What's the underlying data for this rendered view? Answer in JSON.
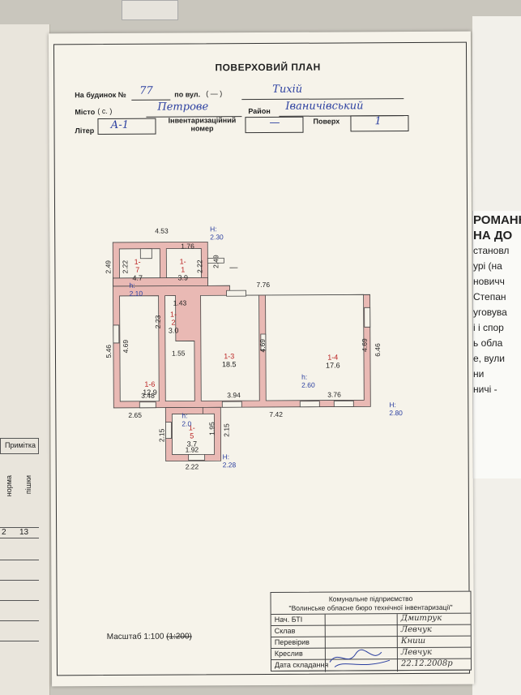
{
  "form": {
    "title": "ПОВЕРХОВИЙ ПЛАН",
    "house_label": "На будинок №",
    "house_value": "77",
    "street_prefix": "по вул.",
    "street_paren": "( — )",
    "street_value": "Тихій",
    "city_label": "Місто",
    "city_paren": "( с. )",
    "city_value": "Петрове",
    "district_label": "Район",
    "district_value": "Іваничівський",
    "litera_label": "Літер",
    "litera_value": "А-1",
    "inventory_label_1": "Інвентаризаційний",
    "inventory_label_2": "номер",
    "inventory_value": "—",
    "floor_label": "Поверх",
    "floor_value": "1"
  },
  "plan": {
    "rooms": [
      {
        "id": "1-7",
        "area": "4.7"
      },
      {
        "id": "1-1",
        "area": "3.9"
      },
      {
        "id": "1-2",
        "area": "3.0"
      },
      {
        "id": "1-3",
        "area": "18.5"
      },
      {
        "id": "1-4",
        "area": "17.6"
      },
      {
        "id": "1-6",
        "area": "12.9"
      },
      {
        "id": "1-5",
        "area": "3.7"
      }
    ],
    "dims": {
      "d453": "4.53",
      "h230": "H: 2.30",
      "d176": "1.76",
      "d249a": "2.49",
      "d222a": "2.22",
      "d222b": "2.22",
      "d249b": "2.49",
      "h210": "h: 2.10",
      "d776": "7.76",
      "d143": "1.43",
      "d223": "2.23",
      "d155": "1.55",
      "d469a": "4.69",
      "d546": "5.46",
      "d469b": "4.69",
      "d469c": "4.69",
      "d646": "6.46",
      "h260": "h: 2.60",
      "d348": "3.48",
      "d394": "3.94",
      "d376": "3.76",
      "h280": "H: 2.80",
      "d265": "2.65",
      "d742": "7.42",
      "h20": "h: 2.0",
      "d215a": "2.15",
      "d195": "1.95",
      "d215b": "2.15",
      "d192": "1.92",
      "d222c": "2.22",
      "h228": "H: 2.28"
    }
  },
  "scale": {
    "label": "Масштаб 1:100",
    "struck": "(1:200)"
  },
  "stamp": {
    "org_line1": "Комунальне підприємство",
    "org_line2": "\"Волинське обласне бюро технічної інвентаризації\"",
    "rows": [
      {
        "label": "Нач. БТІ",
        "value": "Дмитрук"
      },
      {
        "label": "Склав",
        "value": "Левчук"
      },
      {
        "label": "Перевірив",
        "value": "Книш"
      },
      {
        "label": "Креслив",
        "value": "Левчук"
      },
      {
        "label": "Дата складання",
        "value": "22.12.2008р"
      }
    ]
  },
  "background": {
    "left_header": "Примітка",
    "left_col1": "норма",
    "left_col2": "пішки",
    "left_num1": "2",
    "left_num2": "13",
    "right_lines": [
      "РОМАНК",
      "НА ДО",
      "становл",
      "урі (на",
      "новичч",
      "Степан",
      "уговува",
      "і і спор",
      "ь обла",
      "е, вули",
      "ни",
      "ничі -"
    ]
  }
}
